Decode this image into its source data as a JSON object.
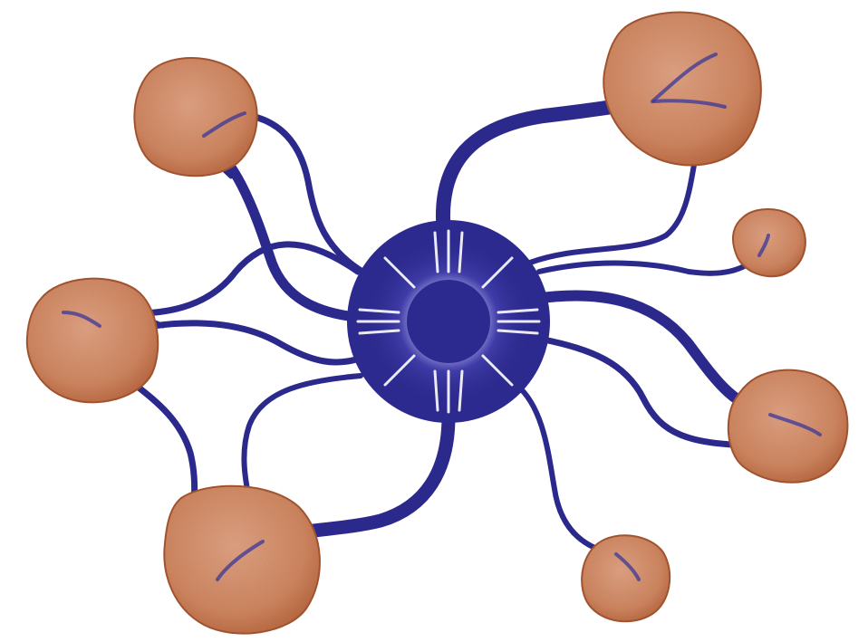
{
  "colors": {
    "background": "#ffffff",
    "hub": "#2d2a8f",
    "hub_glow": "#ffffff",
    "branch": "#2b2a8c",
    "target_fill": "#d18a62",
    "target_edge": "#a5552f"
  },
  "hub": {
    "icon": "radiating-hub-icon"
  },
  "targets": [
    {
      "id": "top-left"
    },
    {
      "id": "top-right"
    },
    {
      "id": "right-small"
    },
    {
      "id": "left"
    },
    {
      "id": "right-lower"
    },
    {
      "id": "bottom-left"
    },
    {
      "id": "bottom-right"
    }
  ]
}
